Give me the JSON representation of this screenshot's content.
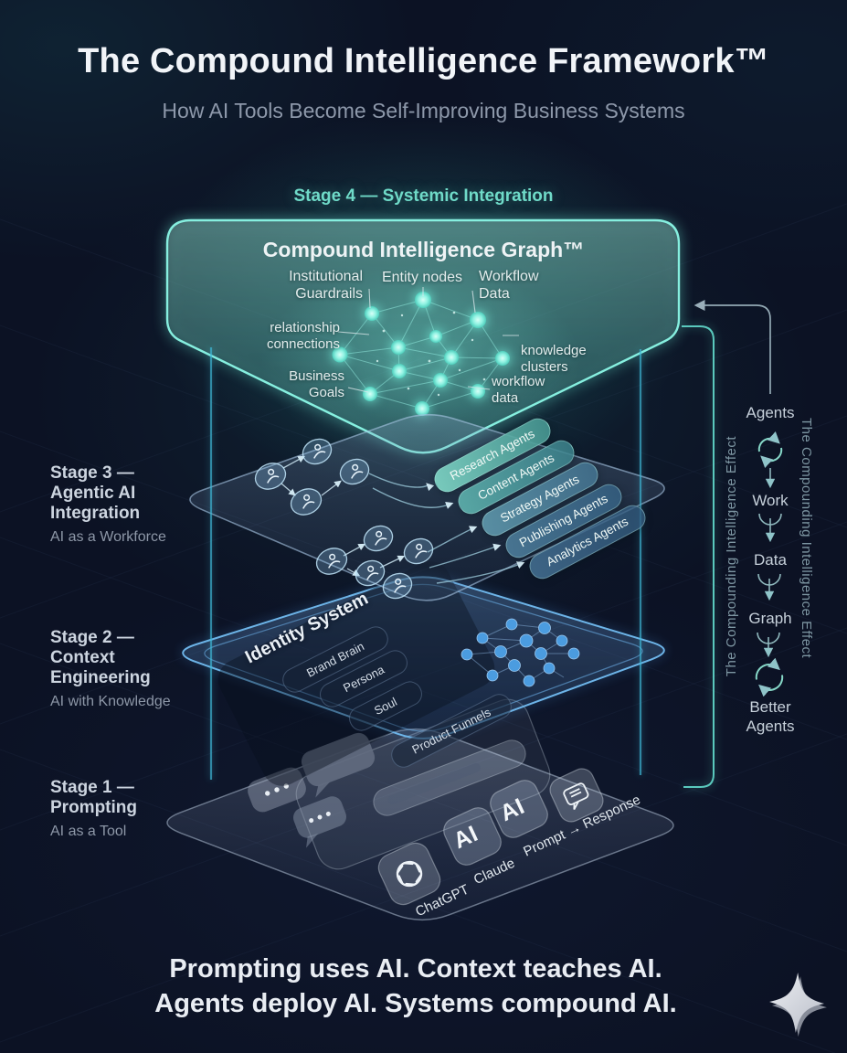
{
  "header": {
    "title": "The Compound Intelligence Framework™",
    "subtitle": "How AI Tools Become Self-Improving Business Systems"
  },
  "stage4": {
    "heading": "Stage 4 — Systemic Integration",
    "panel_title": "Compound Intelligence Graph™",
    "callouts": {
      "institutional": "Institutional\nGuardrails",
      "entity": "Entity nodes",
      "workflow_top": "Workflow\nData",
      "relationship": "relationship\nconnections",
      "knowledge": "knowledge\nclusters",
      "business": "Business\nGoals",
      "workflow_bottom": "workflow\ndata"
    }
  },
  "stage3": {
    "title": "Stage 3 —\nAgentic AI\nIntegration",
    "subtitle": "AI as a Workforce",
    "pills": [
      "Research Agents",
      "Content Agents",
      "Strategy Agents",
      "Publishing Agents",
      "Analytics Agents"
    ]
  },
  "stage2": {
    "title": "Stage 2 —\nContext\nEngineering",
    "subtitle": "AI with Knowledge",
    "panel_title": "Identity System",
    "items": [
      "Brand Brain",
      "Persona",
      "Soul",
      "Product Funnels"
    ]
  },
  "stage1": {
    "title": "Stage 1 —\nPrompting",
    "subtitle": "AI as a Tool",
    "tools": [
      "ChatGPT",
      "Claude"
    ],
    "flow_label": "Prompt → Response",
    "ai_badge": "AI"
  },
  "cycle": {
    "steps": [
      "Agents",
      "Work",
      "Data",
      "Graph",
      "Better\nAgents"
    ],
    "effect_text": "The Compounding Intelligence Effect"
  },
  "footer": {
    "line1": "Prompting uses AI. Context teaches AI.",
    "line2": "Agents deploy AI. Systems compound AI."
  },
  "colors": {
    "teal_accent": "#6fdac8",
    "graph_node": "#8ff2e2",
    "blue_accent": "#5fb0e8",
    "bg": "#0c1224"
  }
}
